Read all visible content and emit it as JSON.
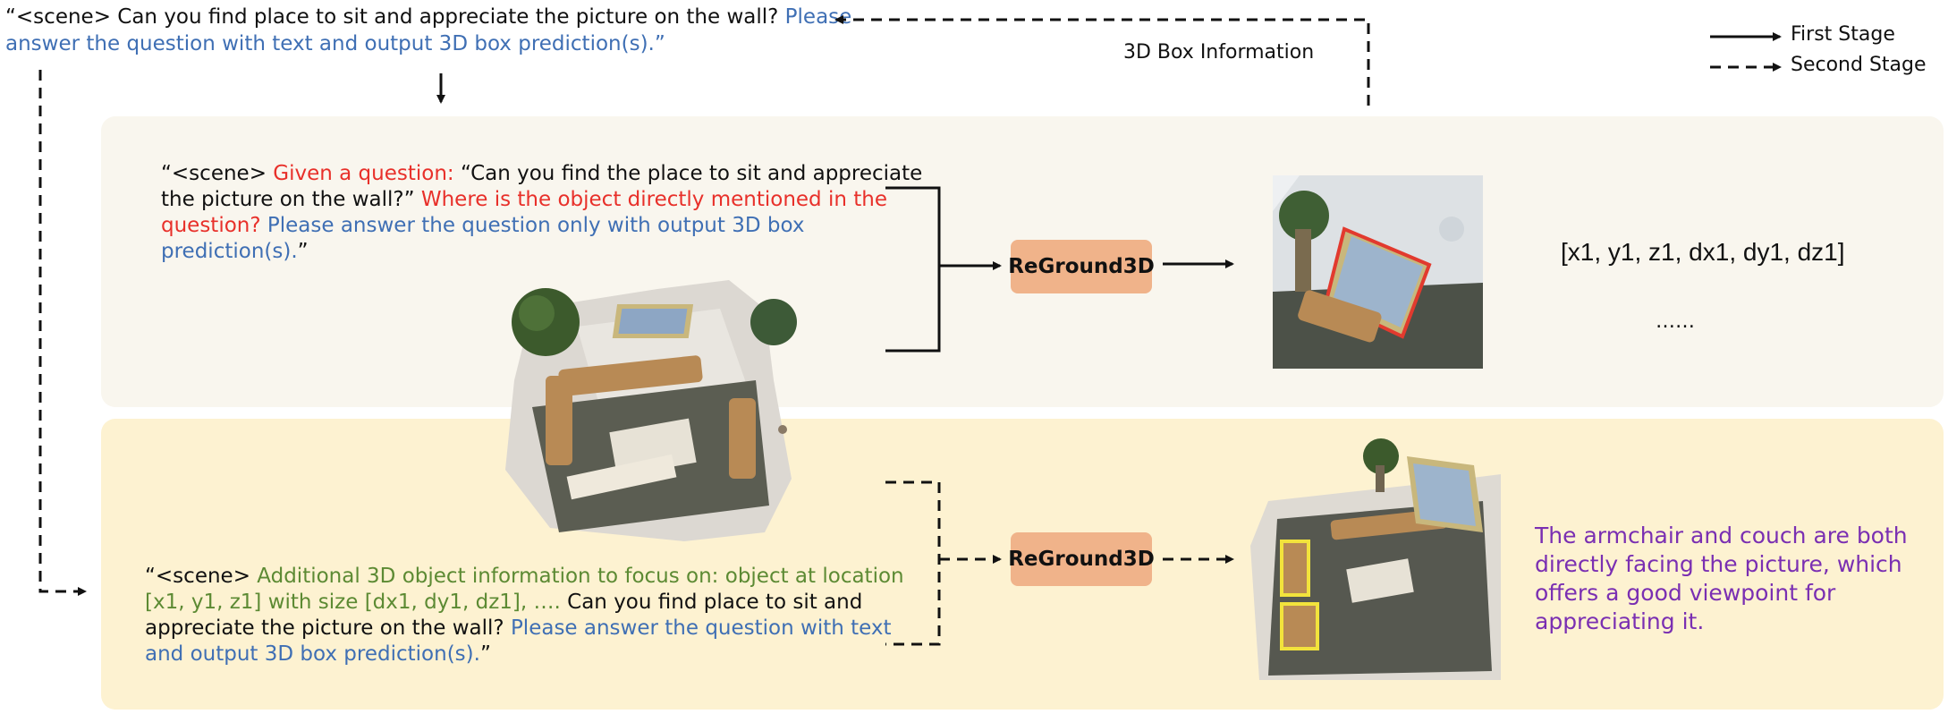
{
  "legend": {
    "first_stage": "First Stage",
    "second_stage": "Second Stage"
  },
  "question": {
    "line1_black": "“<scene>  Can you find place to sit and appreciate the picture on the wall? ",
    "line1_blue": "Please",
    "line2_blue": "answer the question with text and output 3D box prediction(s).”"
  },
  "feedback_label": "3D Box Information",
  "stage1": {
    "prompt": {
      "l1_a": "“<scene> ",
      "l1_b": "Given a question: ",
      "l1_c": "“Can you find the place to sit and appreciate",
      "l2_a": "the picture on the wall?” ",
      "l2_b": "Where is the object directly mentioned in the",
      "l3_a": "question? ",
      "l3_b": "Please answer the question only with output 3D box",
      "l4_a": "prediction(s).",
      "l4_b": "”"
    },
    "module": "ReGround3D",
    "output_vector": "[x1, y1, z1, dx1, dy1, dz1]",
    "output_more": "……"
  },
  "stage2": {
    "prompt": {
      "l1_a": "“<scene> ",
      "l1_b": "Additional 3D object information to focus on: object at location",
      "l2_a": "[x1, y1, z1] with size [dx1, dy1, dz1], ….",
      "l2_b": " Can you find place to sit and",
      "l3_a": "appreciate the picture on the wall? ",
      "l3_b": "Please answer the question with text",
      "l4_a": "and output 3D box prediction(s).",
      "l4_b": "”"
    },
    "module": "ReGround3D",
    "answer": [
      "The armchair and couch are both",
      " directly facing the picture, which",
      "offers a good viewpoint for",
      "appreciating it."
    ]
  },
  "colors": {
    "question_text": "#e8302a",
    "instruction_text": "#3f6fb4",
    "context_text": "#5c8a33",
    "answer_text": "#7a2fb2",
    "module_fill": "#f0b38a",
    "panel_top": "#f9f6ee",
    "panel_bottom": "#fdf2d1",
    "box_highlight_stage1": "#e23a2e",
    "box_highlight_stage2": "#f2e33c"
  }
}
